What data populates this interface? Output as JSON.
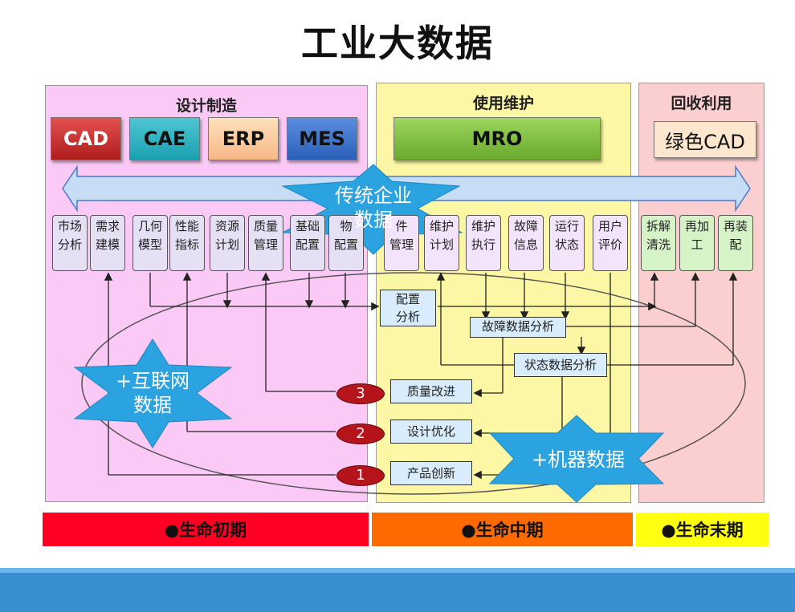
{
  "title": "工业大数据",
  "phases": {
    "design": "设计制造",
    "use": "使用维护",
    "recycle": "回收利用"
  },
  "systems": {
    "cad": "CAD",
    "cae": "CAE",
    "erp": "ERP",
    "mes": "MES",
    "mro": "MRO",
    "green_cad": "绿色CAD"
  },
  "nodes": {
    "n1": [
      "市场",
      "分析"
    ],
    "n2": [
      "需求",
      "建模"
    ],
    "n3": [
      "几何",
      "模型"
    ],
    "n4": [
      "性能",
      "指标"
    ],
    "n5": [
      "资源",
      "计划"
    ],
    "n6": [
      "质量",
      "管理"
    ],
    "n7": [
      "基础",
      "配置"
    ],
    "n8": [
      "物",
      "配置"
    ],
    "n9": [
      "件",
      "管理"
    ],
    "n10": [
      "维护",
      "计划"
    ],
    "n11": [
      "维护",
      "执行"
    ],
    "n12": [
      "故障",
      "信息"
    ],
    "n13": [
      "运行",
      "状态"
    ],
    "n14": [
      "用户",
      "评价"
    ],
    "n15": [
      "拆解",
      "清洗"
    ],
    "n16": [
      "再加",
      "工"
    ],
    "n17": [
      "再装",
      "配"
    ]
  },
  "analysis": {
    "config": [
      "配置",
      "分析"
    ],
    "fault": "故障数据分析",
    "status": "状态数据分析",
    "quality": "质量改进",
    "design_opt": "设计优化",
    "innovation": "产品创新"
  },
  "ovals": {
    "o3": "3",
    "o2": "2",
    "o1": "1"
  },
  "stars": {
    "enterprise": [
      "传统企业",
      "数据"
    ],
    "internet": [
      "+互联网",
      "数据"
    ],
    "machine": "+机器数据"
  },
  "lifecycle": {
    "early": "●生命初期",
    "middle": "●生命中期",
    "late": "●生命末期"
  },
  "colors": {
    "design_bg": "#fbc9f5",
    "use_bg": "#fbf7a4",
    "recycle_bg": "#fbcfcf",
    "early": "#ff0022",
    "middle": "#ff6a00",
    "late": "#ffff10",
    "footer": "#3a8fd0"
  }
}
